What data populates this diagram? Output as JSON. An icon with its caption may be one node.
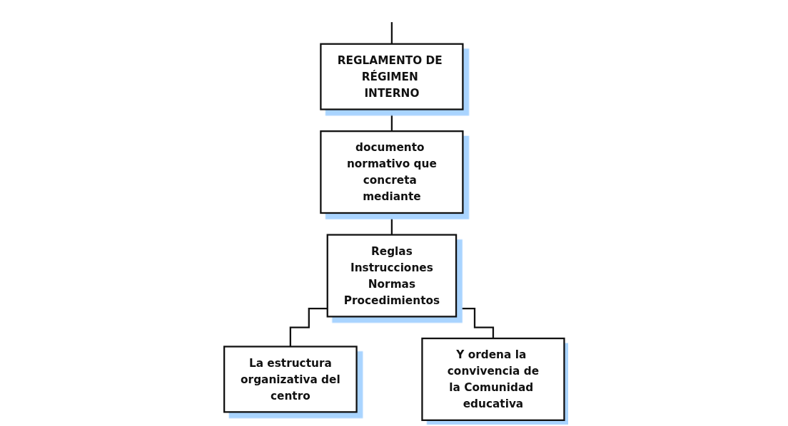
{
  "diagram": {
    "nodes": [
      {
        "text": [
          "REGLAMENTO DE RÉGIMEN INTERNO"
        ]
      },
      {
        "text": [
          "documento normativo que concreta mediante"
        ]
      },
      {
        "text": [
          "Reglas",
          "Instrucciones",
          "Normas",
          "Procedimientos"
        ]
      },
      {
        "text": [
          "La estructura organizativa del centro"
        ]
      },
      {
        "text": [
          "Y ordena la convivencia de la Comunidad educativa"
        ]
      }
    ],
    "edges": [
      {
        "from": null,
        "to": 0,
        "arrow": "none"
      },
      {
        "from": 0,
        "to": 1,
        "arrow": "none"
      },
      {
        "from": 1,
        "to": 2,
        "arrow": "none"
      },
      {
        "from": 2,
        "to": 3,
        "arrow": "none"
      },
      {
        "from": 2,
        "to": 4,
        "arrow": "none"
      }
    ]
  }
}
